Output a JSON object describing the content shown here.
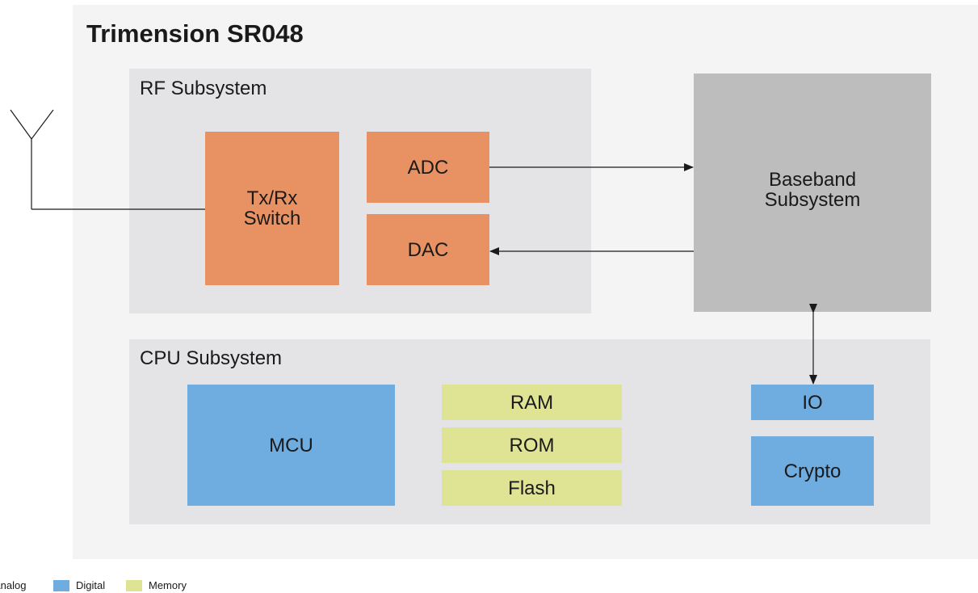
{
  "title": "Trimension SR048",
  "rf": {
    "label": "RF Subsystem",
    "txrx": "Tx/Rx\nSwitch",
    "adc": "ADC",
    "dac": "DAC"
  },
  "baseband": {
    "label": "Baseband\nSubsystem"
  },
  "cpu": {
    "label": "CPU Subsystem",
    "mcu": "MCU",
    "ram": "RAM",
    "rom": "ROM",
    "flash": "Flash",
    "io": "IO",
    "crypto": "Crypto"
  },
  "legend": {
    "analog": "Analog",
    "digital": "Digital",
    "memory": "Memory"
  },
  "colors": {
    "analog": "#e89263",
    "digital": "#6facdf",
    "memory": "#dfe394",
    "baseband": "#bdbdbe",
    "subsystem": "#e4e4e6",
    "chip": "#f4f4f5"
  }
}
